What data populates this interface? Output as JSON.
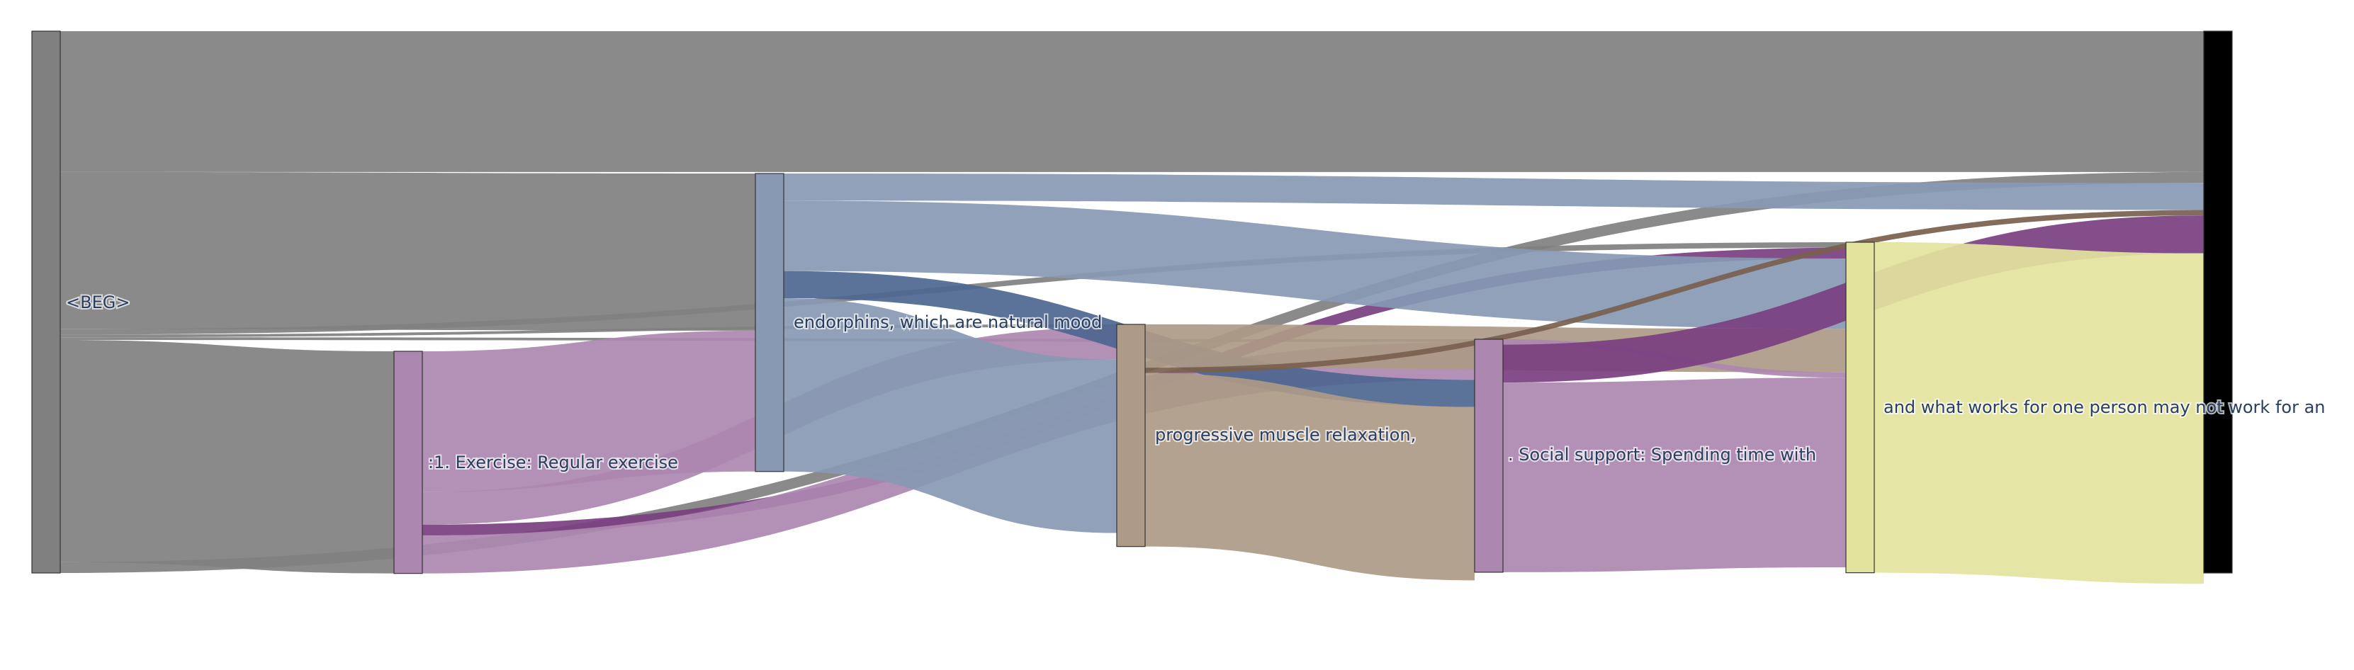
{
  "chart_data": {
    "type": "sankey",
    "nodes": [
      {
        "id": "beg",
        "label": "<BEG>",
        "color": "#808080",
        "value": 100
      },
      {
        "id": "exercise",
        "label": ":1. Exercise: Regular exercise",
        "color": "#ac87b0",
        "value": 41
      },
      {
        "id": "endorphins",
        "label": "endorphins, which are natural mood",
        "color": "#8799b3",
        "value": 55
      },
      {
        "id": "pmr",
        "label": "progressive muscle relaxation,",
        "color": "#ad9a87",
        "value": 41
      },
      {
        "id": "social",
        "label": ". Social support: Spending time with",
        "color": "#ac87b0",
        "value": 43
      },
      {
        "id": "works",
        "label": "and what works for one person may not work for an",
        "color": "#e3e39e",
        "value": 61
      },
      {
        "id": "end",
        "label": "",
        "color": "#000000",
        "value": 100
      }
    ],
    "links": [
      {
        "source": "beg",
        "target": "end",
        "value": 26,
        "color": "#808080"
      },
      {
        "source": "beg",
        "target": "endorphins",
        "value": 29,
        "color": "#808080"
      },
      {
        "source": "beg",
        "target": "works",
        "value": 1,
        "color": "#808080"
      },
      {
        "source": "beg",
        "target": "pmr",
        "value": 0.5,
        "color": "#808080"
      },
      {
        "source": "beg",
        "target": "social",
        "value": 0.5,
        "color": "#808080"
      },
      {
        "source": "beg",
        "target": "exercise",
        "value": 41,
        "color": "#808080"
      },
      {
        "source": "beg",
        "target": "end",
        "value": 2,
        "color": "#808080"
      },
      {
        "source": "exercise",
        "target": "endorphins",
        "value": 26,
        "color": "#ac87b0"
      },
      {
        "source": "exercise",
        "target": "pmr",
        "value": 6,
        "color": "#ac87b0"
      },
      {
        "source": "exercise",
        "target": "works",
        "value": 2,
        "color": "#7a3f80"
      },
      {
        "source": "exercise",
        "target": "social",
        "value": 7,
        "color": "#ac87b0"
      },
      {
        "source": "endorphins",
        "target": "end",
        "value": 5,
        "color": "#8799b3"
      },
      {
        "source": "endorphins",
        "target": "works",
        "value": 13,
        "color": "#8799b3"
      },
      {
        "source": "endorphins",
        "target": "social",
        "value": 5,
        "color": "#4d6690"
      },
      {
        "source": "endorphins",
        "target": "pmr",
        "value": 32,
        "color": "#8799b3"
      },
      {
        "source": "pmr",
        "target": "works",
        "value": 8,
        "color": "#ad9a87"
      },
      {
        "source": "pmr",
        "target": "end",
        "value": 1,
        "color": "#7a5f4e"
      },
      {
        "source": "pmr",
        "target": "social",
        "value": 32,
        "color": "#ad9a87"
      },
      {
        "source": "social",
        "target": "works",
        "value": 1,
        "color": "#ac87b0"
      },
      {
        "source": "social",
        "target": "end",
        "value": 7,
        "color": "#7a3f80"
      },
      {
        "source": "social",
        "target": "works",
        "value": 35,
        "color": "#ac87b0"
      },
      {
        "source": "works",
        "target": "end",
        "value": 61,
        "color": "#e3e39e"
      }
    ]
  }
}
